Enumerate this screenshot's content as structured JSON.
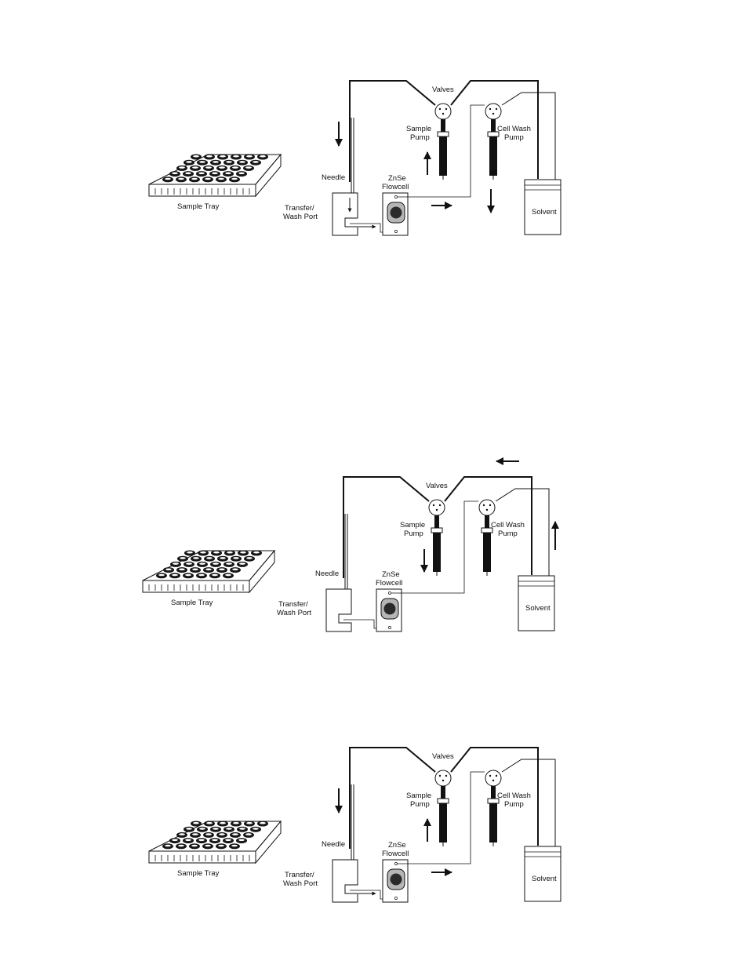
{
  "labels": {
    "valves": "Valves",
    "sample_pump_line1": "Sample",
    "sample_pump_line2": "Pump",
    "cell_wash_pump_line1": "Cell Wash",
    "cell_wash_pump_line2": "Pump",
    "needle": "Needle",
    "flowcell_line1": "ZnSe",
    "flowcell_line2": "Flowcell",
    "transfer_line1": "Transfer/",
    "transfer_line2": "Wash Port",
    "solvent": "Solvent",
    "sample_tray": "Sample Tray"
  },
  "colors": {
    "ink": "#111111",
    "flowcell_fill": "#b5b5b5",
    "flowcell_dot": "#2a2a2a"
  },
  "panels": [
    {
      "arrows": [
        "needle-down",
        "port-inner-down",
        "port-right",
        "sample-pump-up",
        "flowcell-right",
        "cellwash-down"
      ]
    },
    {
      "arrows": [
        "sample-pump-down",
        "top-left",
        "solvent-up"
      ]
    },
    {
      "arrows": [
        "needle-down",
        "port-right",
        "sample-pump-up",
        "flowcell-right"
      ]
    }
  ]
}
